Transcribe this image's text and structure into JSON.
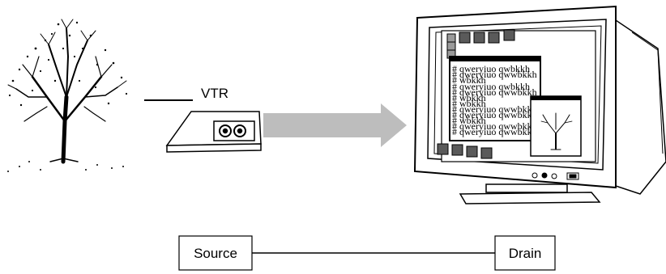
{
  "diagram": {
    "vtr_label": "VTR",
    "source_label": "Source",
    "drain_label": "Drain",
    "screen_text_lines": [
      "# qweryiuo qwbkkh",
      "# qweryiuo qwwbkkh",
      "# wbkkh",
      "# qweryiuo qwbkkh",
      "# qweryiuo qwwbkkh",
      "# wbkkh",
      "# wbkkh",
      "# qweryiuo qwwbkk",
      "# qweryiuo qwwbkk",
      "# wbkkh",
      "# qweryiuo qwwbkk",
      "# qweryiuo qwwbkk"
    ],
    "colors": {
      "arrow": "#bdbdbd",
      "ink": "#000000",
      "dark_square": "#5a5a5a",
      "light_square": "#9a9a9a"
    }
  }
}
